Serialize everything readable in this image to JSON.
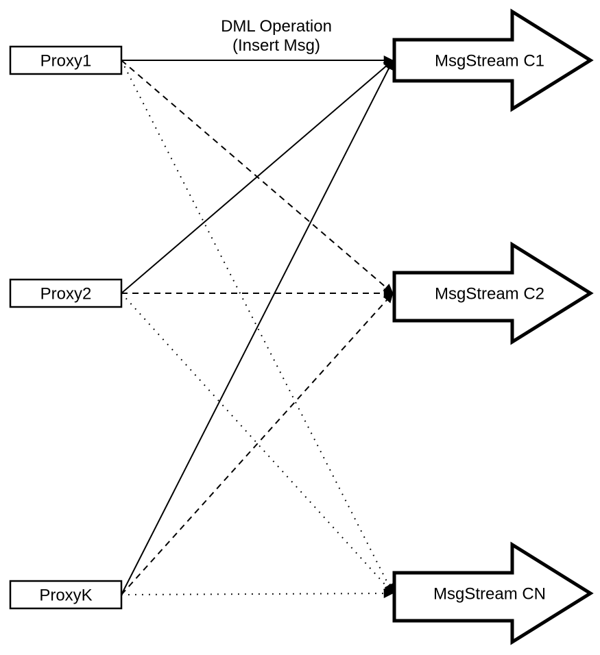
{
  "diagram": {
    "annotation": {
      "line1": "DML Operation",
      "line2": "(Insert Msg)"
    },
    "proxy_nodes": [
      {
        "id": "proxy1",
        "label": "Proxy1"
      },
      {
        "id": "proxy2",
        "label": "Proxy2"
      },
      {
        "id": "proxyk",
        "label": "ProxyK"
      }
    ],
    "stream_nodes": [
      {
        "id": "msgstream-c1",
        "label": "MsgStream C1"
      },
      {
        "id": "msgstream-c2",
        "label": "MsgStream C2"
      },
      {
        "id": "msgstream-cn",
        "label": "MsgStream CN"
      }
    ],
    "edges": [
      {
        "from": "Proxy1",
        "to": "MsgStream C1",
        "style": "solid",
        "label": "DML Operation (Insert Msg)"
      },
      {
        "from": "Proxy2",
        "to": "MsgStream C1",
        "style": "solid",
        "label": ""
      },
      {
        "from": "ProxyK",
        "to": "MsgStream C1",
        "style": "solid",
        "label": ""
      },
      {
        "from": "Proxy1",
        "to": "MsgStream C2",
        "style": "dashed",
        "label": ""
      },
      {
        "from": "Proxy2",
        "to": "MsgStream C2",
        "style": "dashed",
        "label": ""
      },
      {
        "from": "ProxyK",
        "to": "MsgStream C2",
        "style": "dashed",
        "label": ""
      },
      {
        "from": "Proxy1",
        "to": "MsgStream CN",
        "style": "dotted",
        "label": ""
      },
      {
        "from": "Proxy2",
        "to": "MsgStream CN",
        "style": "dotted",
        "label": ""
      },
      {
        "from": "ProxyK",
        "to": "MsgStream CN",
        "style": "dotted",
        "label": ""
      }
    ],
    "colors": {
      "stroke": "#000000",
      "node_fill": "#ffffff",
      "background": "#ffffff"
    }
  }
}
